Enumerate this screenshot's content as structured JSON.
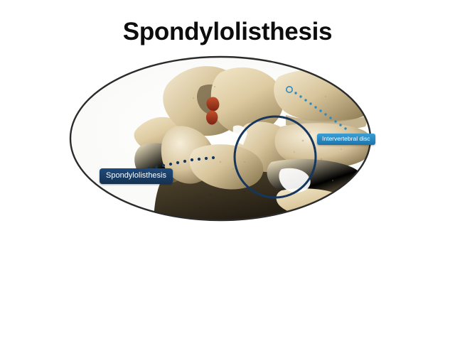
{
  "slide": {
    "title": "Spondylolisthesis",
    "background_color": "#ffffff",
    "title_color": "#0d0d0d"
  },
  "figure": {
    "name": "lumbar-spine-lateral-illustration",
    "description": "Lateral 3D rendering of lumbar vertebrae showing forward slippage of a vertebral body",
    "mask_shape": "ellipse",
    "border_color": "#2b2b2b",
    "bone_light_color": "#efe3c4",
    "bone_mid_color": "#d8c49a",
    "bone_shadow_color": "#3a3324",
    "nerve_color": "#a33b22"
  },
  "highlight_circle": {
    "name": "vertebra-slip-highlight",
    "color": "#16365d",
    "stroke_width": 3
  },
  "callouts": [
    {
      "id": "spondylolisthesis",
      "label": "Spondylolisthesis",
      "background_color": "#1b3a63",
      "text_color": "#ffffff",
      "leader_style": "dotted",
      "leader_color": "#16365d"
    },
    {
      "id": "intervertebral-disc",
      "label": "Intervertebral disc",
      "background_color": "#2e8bc0",
      "text_color": "#ffffff",
      "leader_style": "dotted",
      "leader_color": "#2e8bc0",
      "marker": "small-circle"
    }
  ]
}
